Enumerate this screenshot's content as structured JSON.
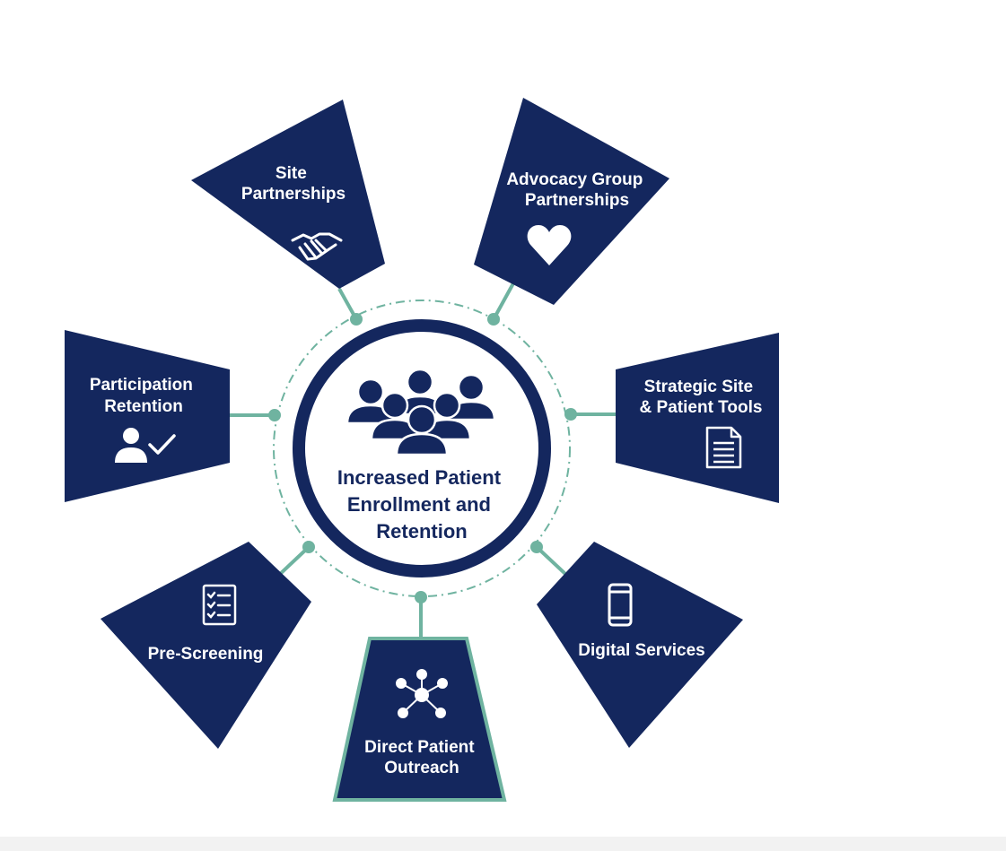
{
  "center": {
    "lines": [
      "Increased Patient",
      "Enrollment and",
      "Retention"
    ]
  },
  "nodes": {
    "site_partnerships": {
      "lines": [
        "Site",
        "Partnerships"
      ],
      "icon": "handshake-icon"
    },
    "advocacy": {
      "lines": [
        "Advocacy Group",
        "Partnerships"
      ],
      "icon": "heart-icon"
    },
    "participation": {
      "lines": [
        "Participation",
        "Retention"
      ],
      "icon": "person-check-icon"
    },
    "strategic": {
      "lines": [
        "Strategic Site",
        "& Patient Tools"
      ],
      "icon": "document-icon"
    },
    "prescreening": {
      "lines": [
        "Pre-Screening"
      ],
      "icon": "checklist-icon"
    },
    "digital": {
      "lines": [
        "Digital Services"
      ],
      "icon": "smartphone-icon"
    },
    "outreach": {
      "lines": [
        "Direct Patient",
        "Outreach"
      ],
      "icon": "network-icon"
    }
  },
  "colors": {
    "navy": "#14275e",
    "teal": "#6fb3a0",
    "background": "#ffffff"
  }
}
